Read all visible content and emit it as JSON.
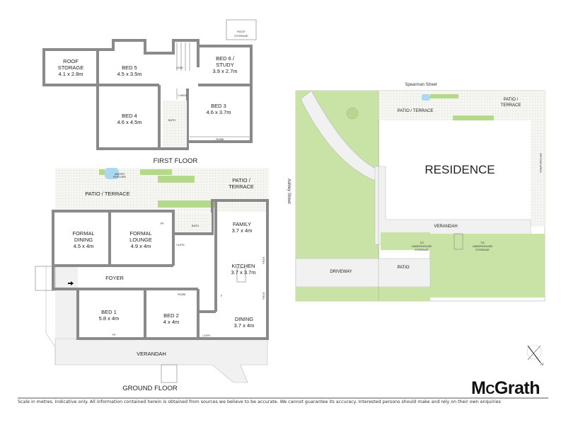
{
  "first_floor": {
    "title": "FIRST FLOOR",
    "rooms": {
      "roof_storage": {
        "name": "ROOF\nSTORAGE",
        "name1": "ROOF",
        "name2": "STORAGE",
        "size": "4.1 x 2.8m"
      },
      "roof_storage_small": {
        "name1": "ROOF",
        "name2": "STORAGE"
      },
      "bed5": {
        "name": "BED 5",
        "size": "4.5 x 3.5m"
      },
      "void": {
        "name": "VOID"
      },
      "bed6": {
        "name1": "BED 6 /",
        "name2": "STUDY",
        "size": "3.9 x 2.7m"
      },
      "linen": {
        "name": "LINEN"
      },
      "bed4": {
        "name": "BED 4",
        "size": "4.6 x 4.5m"
      },
      "bath": {
        "name": "BATH"
      },
      "bed3": {
        "name": "BED 3",
        "size": "4.6 x 3.7m"
      },
      "robe": {
        "name": "ROBE"
      }
    }
  },
  "ground_floor": {
    "title": "GROUND FLOOR",
    "rooms": {
      "water_feature": {
        "name1": "WATER",
        "name2": "FEATURE"
      },
      "patio_terrace": {
        "name": "PATIO / TERRACE"
      },
      "patio_terrace_2": {
        "name1": "PATIO /",
        "name2": "TERRACE"
      },
      "formal_dining": {
        "name1": "FORMAL",
        "name2": "DINING",
        "size": "4.5 x 4m"
      },
      "formal_lounge": {
        "name1": "FORMAL",
        "name2": "LOUNGE",
        "size": "4.9 x 4m"
      },
      "fp_lounge": {
        "name": "FP"
      },
      "bath": {
        "name": "BATH"
      },
      "cupd": {
        "name": "CUPD"
      },
      "family": {
        "name": "FAMILY",
        "size": "3.7 x 4m"
      },
      "kitchen": {
        "name": "KITCHEN",
        "size": "3.7 x 3.7m"
      },
      "pty1": {
        "name": "PTRY"
      },
      "pty2": {
        "name": "PTRY"
      },
      "fridge": {
        "name": "F"
      },
      "foyer": {
        "name": "FOYER"
      },
      "bed1": {
        "name": "BED 1",
        "size": "5.8 x 4m"
      },
      "fp_bed1": {
        "name": "FP"
      },
      "bed2": {
        "name": "BED 2",
        "size": "4 x 4m"
      },
      "robe": {
        "name": "ROBE"
      },
      "laundry": {
        "name": "L'DRY"
      },
      "dining": {
        "name": "DINING",
        "size": "3.7 x 4m"
      },
      "verandah": {
        "name": "VERANDAH"
      }
    }
  },
  "site_plan": {
    "street_top": "Spearman Street",
    "street_left": "Ashley Street",
    "residence": "RESIDENCE",
    "patio_terrace": "PATIO / TERRACE",
    "patio_terrace_2_a": "PATIO /",
    "patio_terrace_2_b": "TERRACE",
    "drying_area": "DRYING AREA",
    "verandah": "VERANDAH",
    "underhouse_1": [
      "TO",
      "UNDERHOUSE",
      "STORAGE"
    ],
    "underhouse_2": [
      "TO",
      "UNDERHOUSE",
      "STORAGE"
    ],
    "driveway": "DRIVEWAY",
    "patio": "PATIO"
  },
  "compass": {
    "label": "N"
  },
  "brand": {
    "logo_m": "M",
    "logo_c": "C",
    "logo_rest": "Grath"
  },
  "disclaimer": "Scale in metres. Indicative only. All information contained herein is obtained from sources we believe to be accurate. We cannot guarantee its accuracy. Interested persons should make and rely on their own enquiries",
  "colors": {
    "wall": "#8a8a8d",
    "lawn": "#c9e2a6",
    "lawn_dark": "#a9d18a",
    "paving": "#f0f1f0",
    "water": "#a9d8f0"
  }
}
